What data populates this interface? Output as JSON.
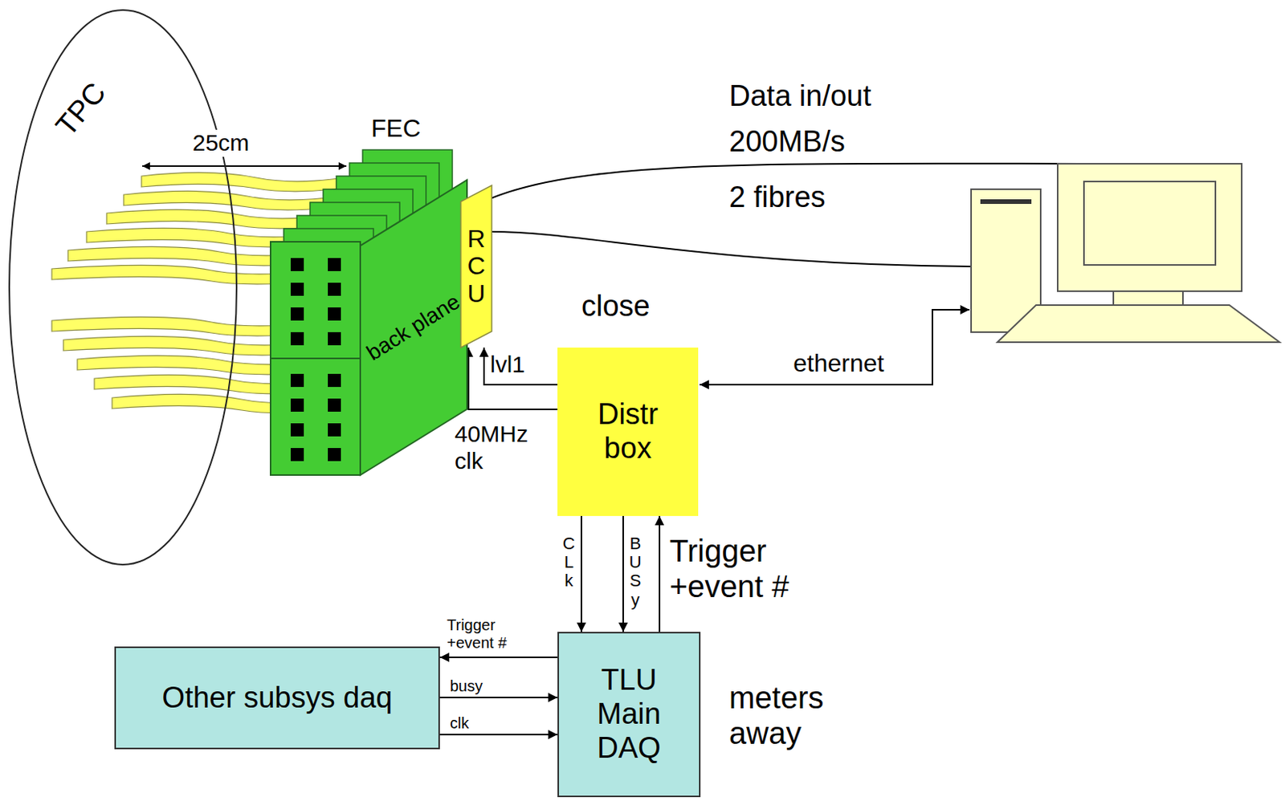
{
  "diagram": {
    "nodes": [
      {
        "text": [
          "TPC"
        ]
      },
      {
        "text": [
          "back plane"
        ]
      },
      {
        "text": [
          "RCU"
        ]
      },
      {
        "text": [
          "Distr box"
        ]
      },
      {
        "text": [
          "TLU Main DAQ"
        ]
      },
      {
        "text": [
          "Other subsys daq"
        ]
      }
    ],
    "edges": [
      {
        "from": 3,
        "to": 2,
        "label": "lvl1",
        "arrow": "to"
      },
      {
        "from": 3,
        "to": 2,
        "label": "40MHz clk",
        "arrow": "to"
      },
      {
        "from": 3,
        "to": 4,
        "label": "CLk",
        "arrow": "to"
      },
      {
        "from": 3,
        "to": 4,
        "label": "BUSy",
        "arrow": "to"
      },
      {
        "from": 4,
        "to": 3,
        "label": "Trigger +event #",
        "arrow": "to"
      },
      {
        "from": 4,
        "to": 5,
        "label": "Trigger +event #",
        "arrow": "to"
      },
      {
        "from": 5,
        "to": 4,
        "label": "busy",
        "arrow": "to"
      },
      {
        "from": 5,
        "to": 4,
        "label": "clk",
        "arrow": "to"
      }
    ],
    "labels": [
      "25cm",
      "FEC",
      "Data in/out",
      "200MB/s",
      "2 fibres",
      "close",
      "ethernet",
      "meters away"
    ]
  }
}
